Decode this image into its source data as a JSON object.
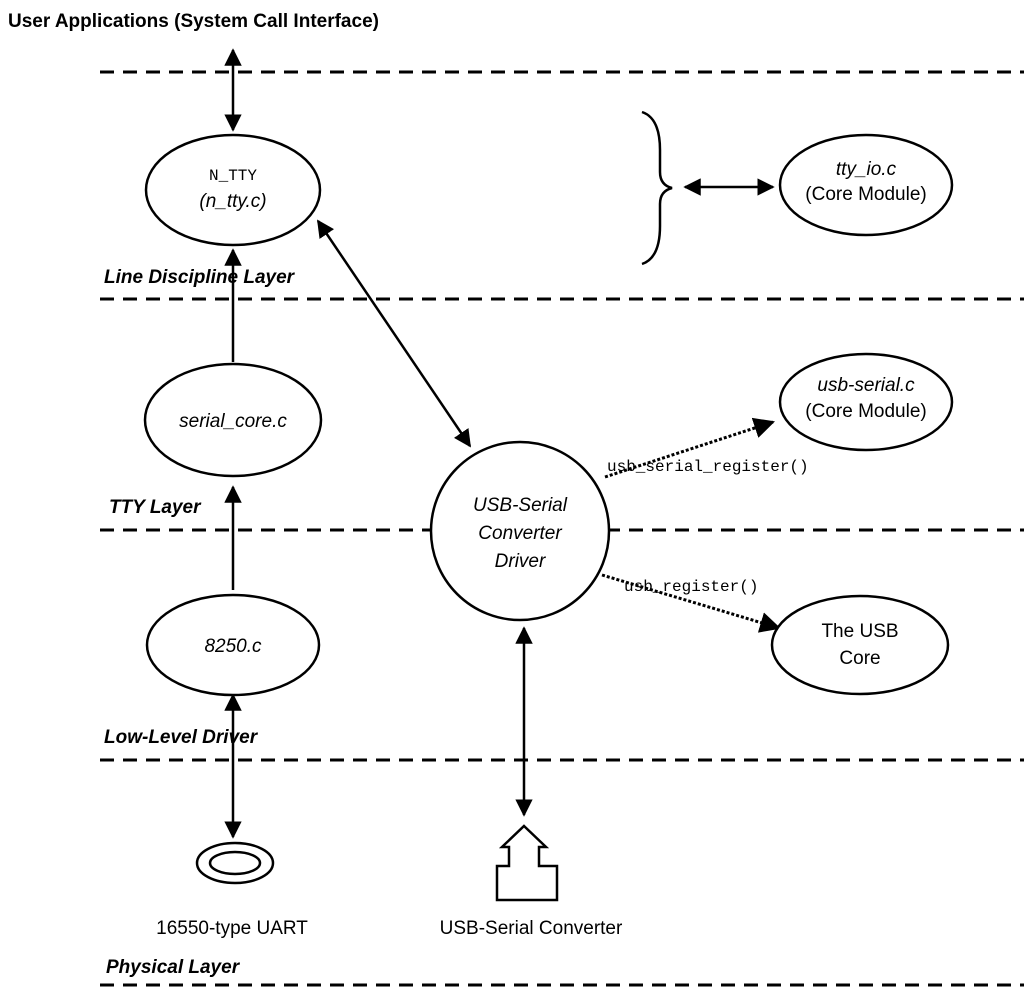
{
  "title": "User Applications (System Call Interface)",
  "layers": {
    "line_discipline": "Line Discipline Layer",
    "tty": "TTY Layer",
    "low_level": "Low-Level Driver",
    "physical": "Physical Layer"
  },
  "nodes": {
    "n_tty": {
      "line1": "N_TTY",
      "line2": "(n_tty.c)"
    },
    "tty_io": {
      "line1": "tty_io.c",
      "line2": "(Core Module)"
    },
    "serial_core": {
      "label": "serial_core.c"
    },
    "usb_serial_core": {
      "line1": "usb-serial.c",
      "line2": "(Core Module)"
    },
    "usb_serial_driver": {
      "line1": "USB-Serial",
      "line2": "Converter",
      "line3": "Driver"
    },
    "usb_core": {
      "line1": "The USB",
      "line2": "Core"
    },
    "driver_8250": {
      "label": "8250.c"
    }
  },
  "edges": {
    "usb_serial_register": "usb_serial_register()",
    "usb_register": "usb_register()"
  },
  "physical": {
    "uart": "16550-type UART",
    "usb_converter": "USB-Serial Converter"
  }
}
